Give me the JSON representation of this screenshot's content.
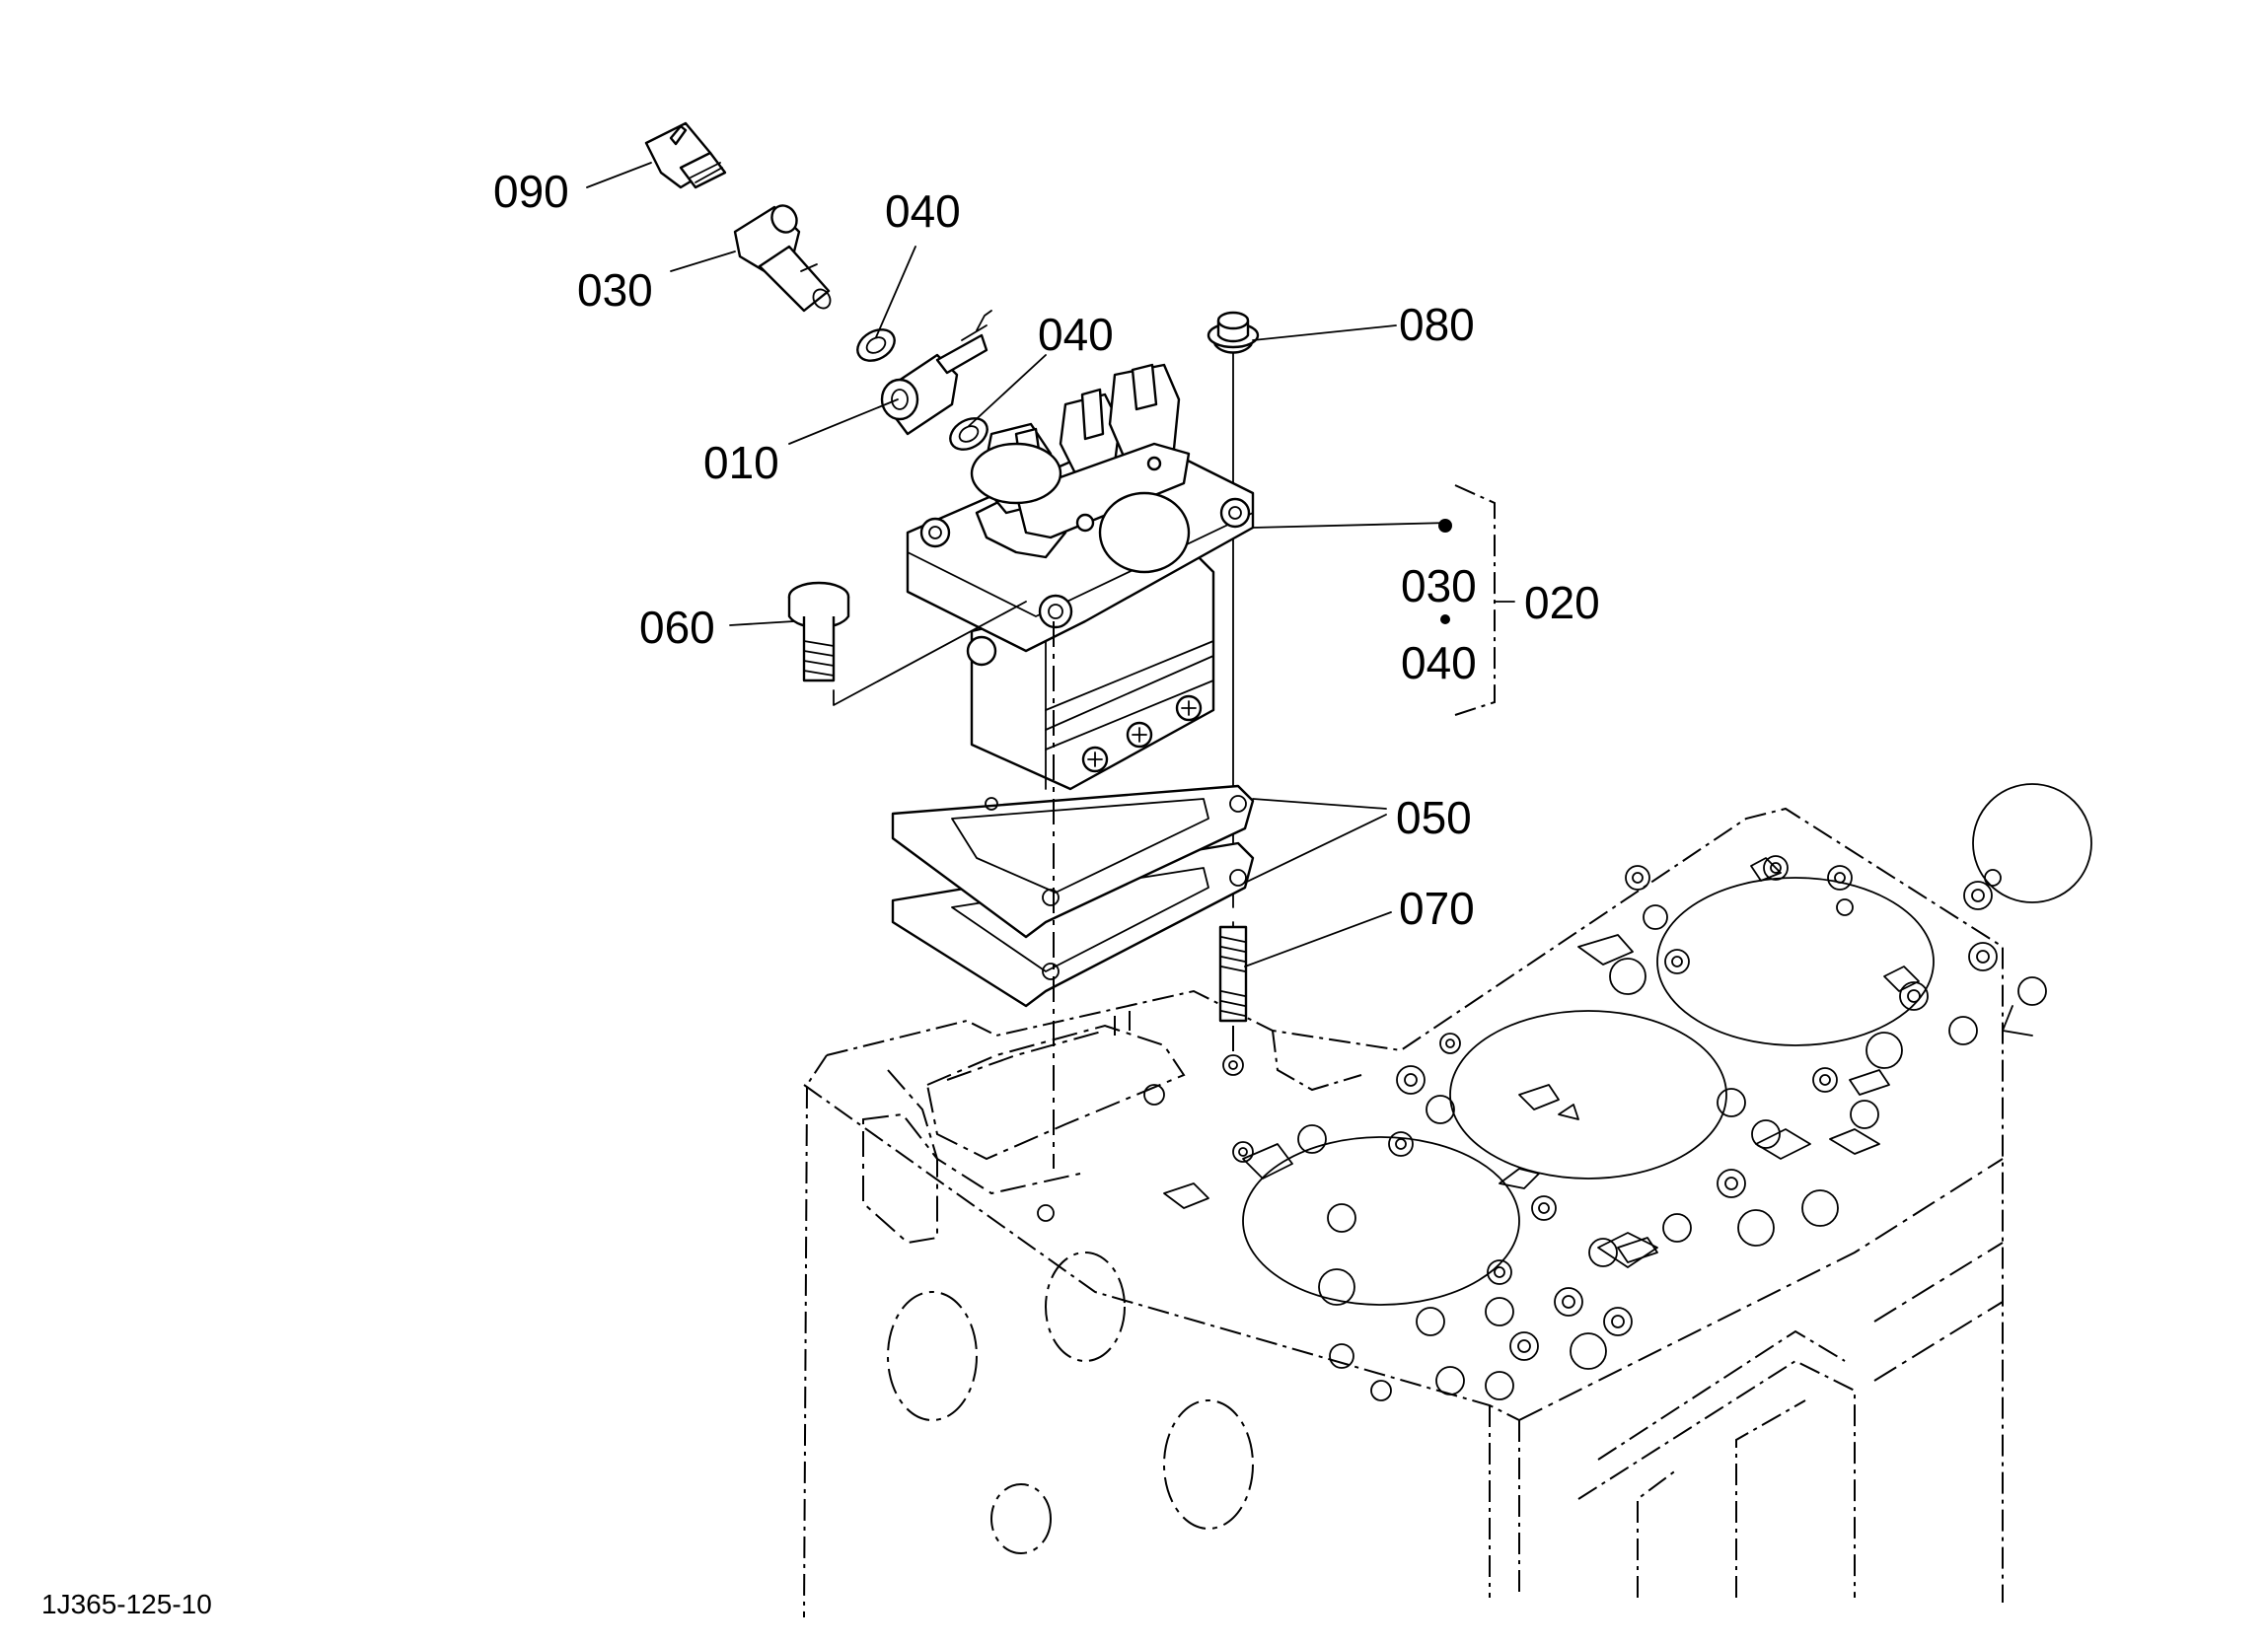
{
  "diagram": {
    "figure_code": "1J365-125-10",
    "parts": {
      "p090": "090",
      "p030": "030",
      "p040_a": "040",
      "p040_b": "040",
      "p010": "010",
      "p080": "080",
      "p060": "060",
      "p050": "050",
      "p070": "070",
      "p020": "020"
    },
    "assembly_020_contents": [
      "030",
      "040"
    ]
  }
}
